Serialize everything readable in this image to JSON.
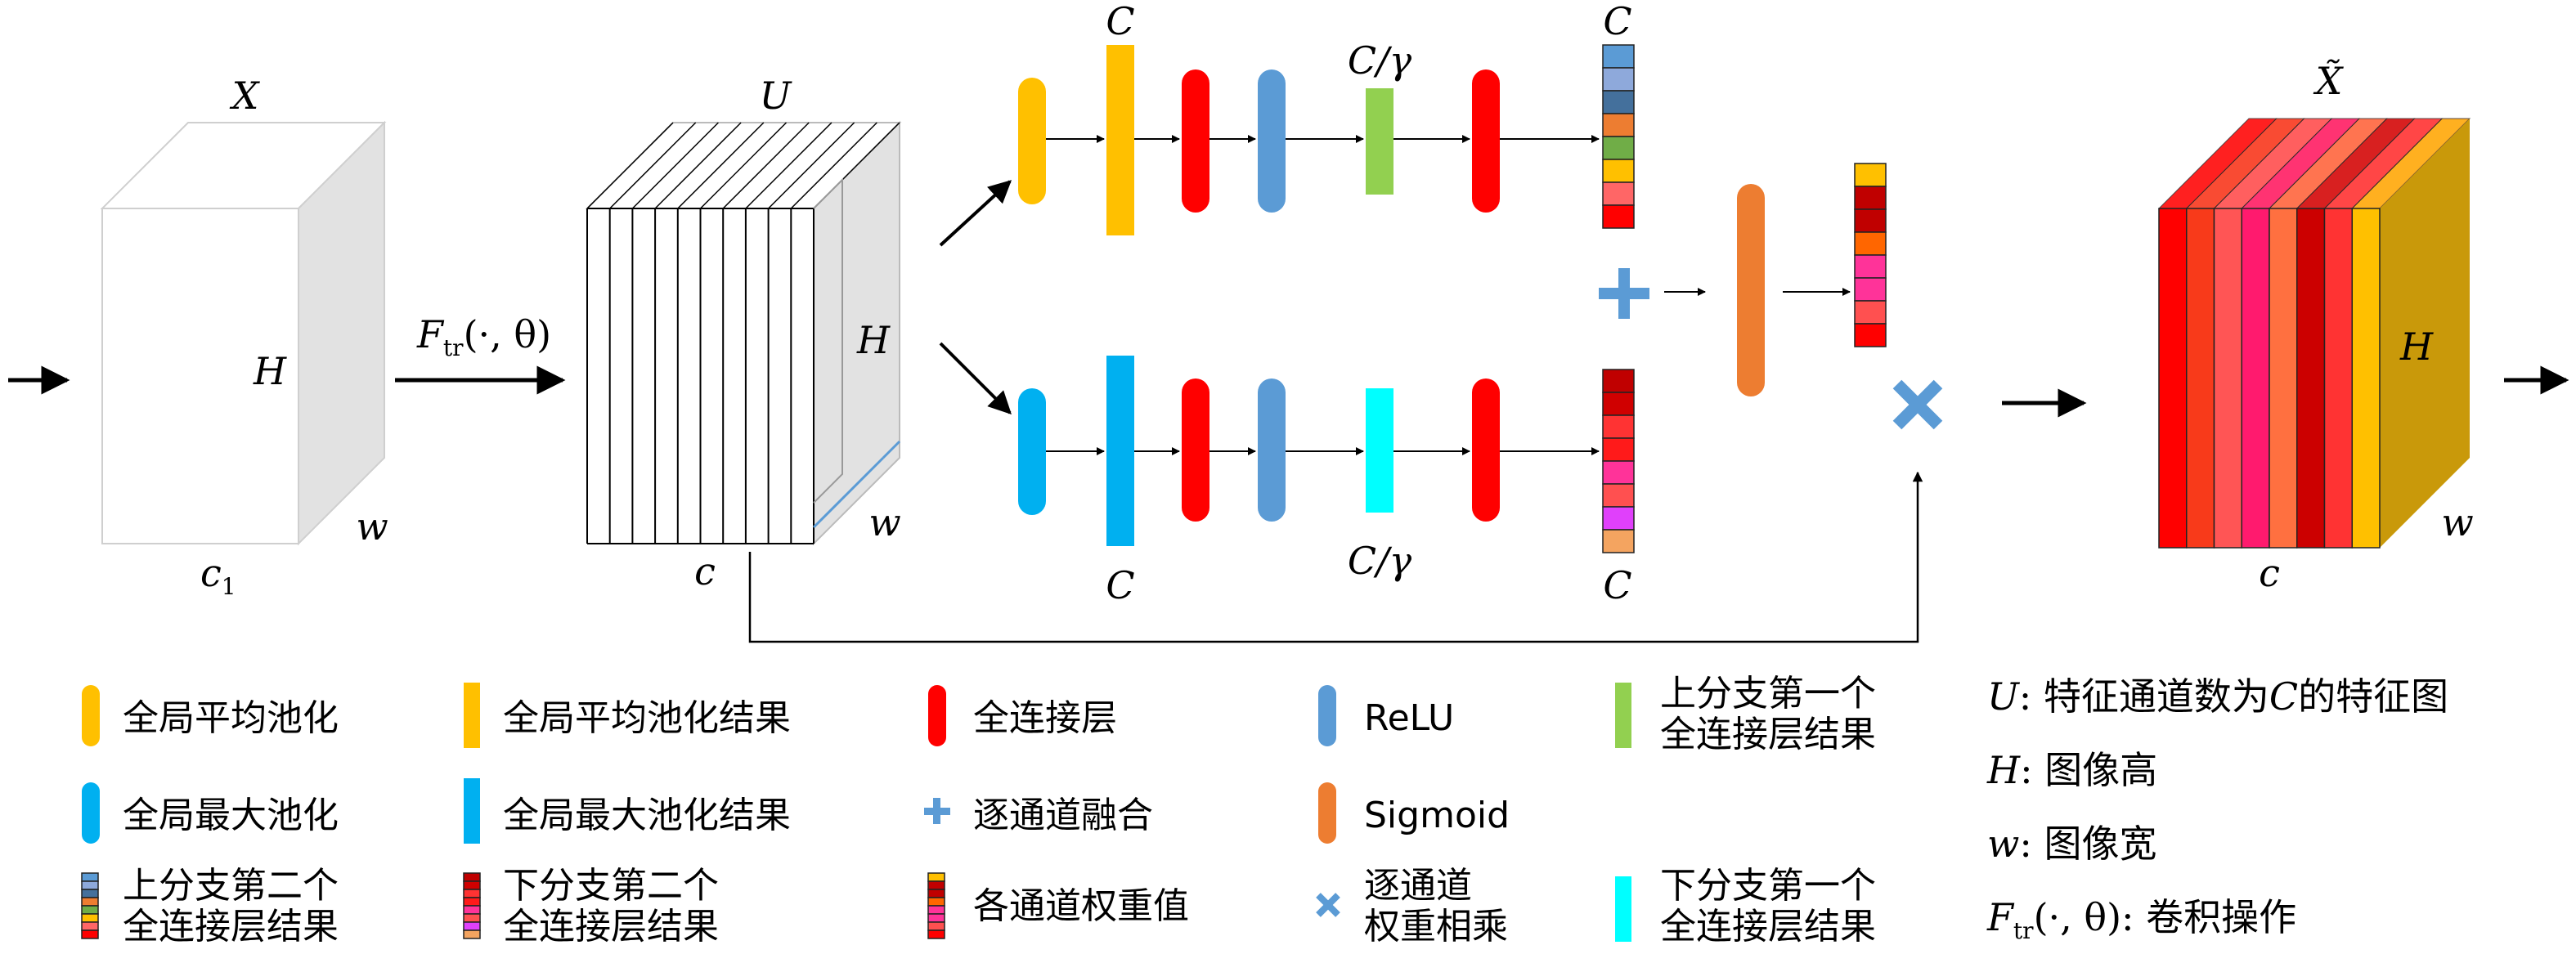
{
  "labels": {
    "input_top": "X",
    "input_height": "H",
    "input_width": "w",
    "input_channels_base": "c",
    "input_channels_sub": "1",
    "transform_base": "F",
    "transform_sub": "tr",
    "transform_args": "(·, θ)",
    "feature_top": "U",
    "feature_height": "H",
    "feature_width": "w",
    "feature_channels": "c",
    "upper_pool": "C",
    "upper_reduce": "C/γ",
    "upper_out": "C",
    "lower_pool": "C",
    "lower_reduce": "C/γ",
    "lower_out": "C",
    "output_top": "X̃",
    "output_height": "H",
    "output_width": "w",
    "output_channels": "c"
  },
  "legend": {
    "gap": "全局平均池化",
    "gap_result": "全局平均池化结果",
    "fc": "全连接层",
    "relu": "ReLU",
    "upper_fc1_line1": "上分支第一个",
    "upper_fc1_line2": "全连接层结果",
    "gmp": "全局最大池化",
    "gmp_result": "全局最大池化结果",
    "add": "逐通道融合",
    "sigmoid": "Sigmoid",
    "upper_fc2_line1": "上分支第二个",
    "upper_fc2_line2": "全连接层结果",
    "lower_fc2_line1": "下分支第二个",
    "lower_fc2_line2": "全连接层结果",
    "weights": "各通道权重值",
    "mul_line1": "逐通道",
    "mul_line2": "权重相乘",
    "lower_fc1_line1": "下分支第一个",
    "lower_fc1_line2": "全连接层结果"
  },
  "notes": {
    "u_sym": "U",
    "u_text": ": 特征通道数为",
    "u_c": "C",
    "u_text2": "的特征图",
    "h_sym": "H",
    "h_text": ": 图像高",
    "w_sym": "w",
    "w_text": ": 图像宽",
    "f_sym": "F",
    "f_sub": "tr",
    "f_args": "(·, θ)",
    "f_text": ": 卷积操作"
  },
  "colors": {
    "gap": "#FFC000",
    "fc": "#FF0000",
    "relu": "#5B9BD5",
    "upper_fc1": "#92D050",
    "gmp": "#00B0F0",
    "lower_fc1": "#00FFFF",
    "sigmoid": "#ED7D31",
    "plus": "#5B9BD5",
    "times": "#5B9BD5",
    "output_side": "#C9990A",
    "output_top": "#FF8080"
  },
  "stacks": {
    "upper_out": [
      "#5B9BD5",
      "#8EA9DB",
      "#44709C",
      "#ED7D31",
      "#70AD47",
      "#FFC000",
      "#FF6666",
      "#FF0000"
    ],
    "lower_out": [
      "#C00000",
      "#D00000",
      "#FF3333",
      "#FF1A1A",
      "#FF3399",
      "#FF5050",
      "#E040FB",
      "#F4A460"
    ],
    "weights": [
      "#FFC000",
      "#C00000",
      "#C00000",
      "#FF6600",
      "#FF3399",
      "#FF3399",
      "#FF5050",
      "#FF0000"
    ],
    "output_slices": [
      "#FF0000",
      "#F83A1A",
      "#FF5555",
      "#FF1A6E",
      "#FF7040",
      "#CC0000",
      "#FF3333",
      "#FFC000"
    ]
  }
}
